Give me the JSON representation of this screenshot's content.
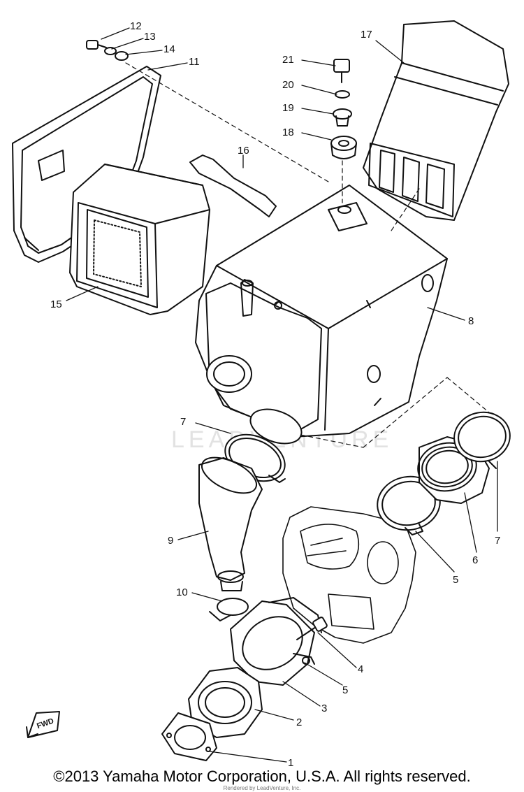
{
  "diagram": {
    "callouts": {
      "c1": "1",
      "c2": "2",
      "c3": "3",
      "c4": "4",
      "c5a": "5",
      "c5b": "5",
      "c6": "6",
      "c7a": "7",
      "c7b": "7",
      "c8": "8",
      "c9": "9",
      "c10": "10",
      "c11": "11",
      "c12": "12",
      "c13": "13",
      "c14": "14",
      "c15": "15",
      "c16": "16",
      "c17": "17",
      "c18": "18",
      "c19": "19",
      "c20": "20",
      "c21": "21"
    },
    "fwd_label": "FWD",
    "watermark": "LEADVENTURE",
    "copyright": "©2013 Yamaha Motor Corporation, U.S.A. All rights reserved.",
    "rendered_by": "Rendered by LeadVenture, Inc."
  }
}
